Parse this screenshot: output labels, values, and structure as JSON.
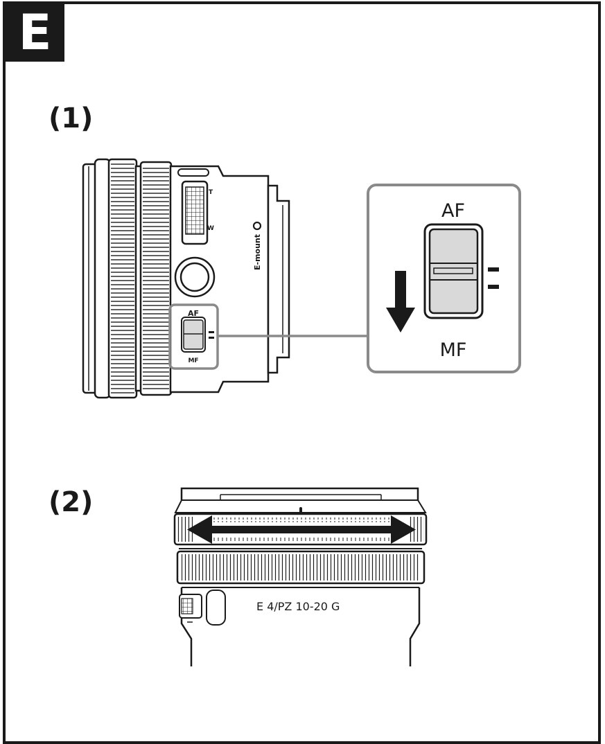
{
  "section": {
    "letter": "E"
  },
  "steps": [
    {
      "label": "(1)"
    },
    {
      "label": "(2)"
    }
  ],
  "lens_side_view": {
    "zoom_top_label": "T",
    "zoom_bottom_label": "W",
    "mount_label": "E-mount",
    "switch_top_label": "AF",
    "switch_bottom_label": "MF"
  },
  "switch_callout": {
    "top_label": "AF",
    "bottom_label": "MF",
    "action": "slide-down"
  },
  "lens_top_view": {
    "model_label": "E 4/PZ 10-20 G",
    "action": "rotate-both-ways"
  },
  "colors": {
    "ink": "#1a1a1a",
    "callout_border": "#8a8a8a",
    "switch_fill": "#d9d9d9"
  }
}
